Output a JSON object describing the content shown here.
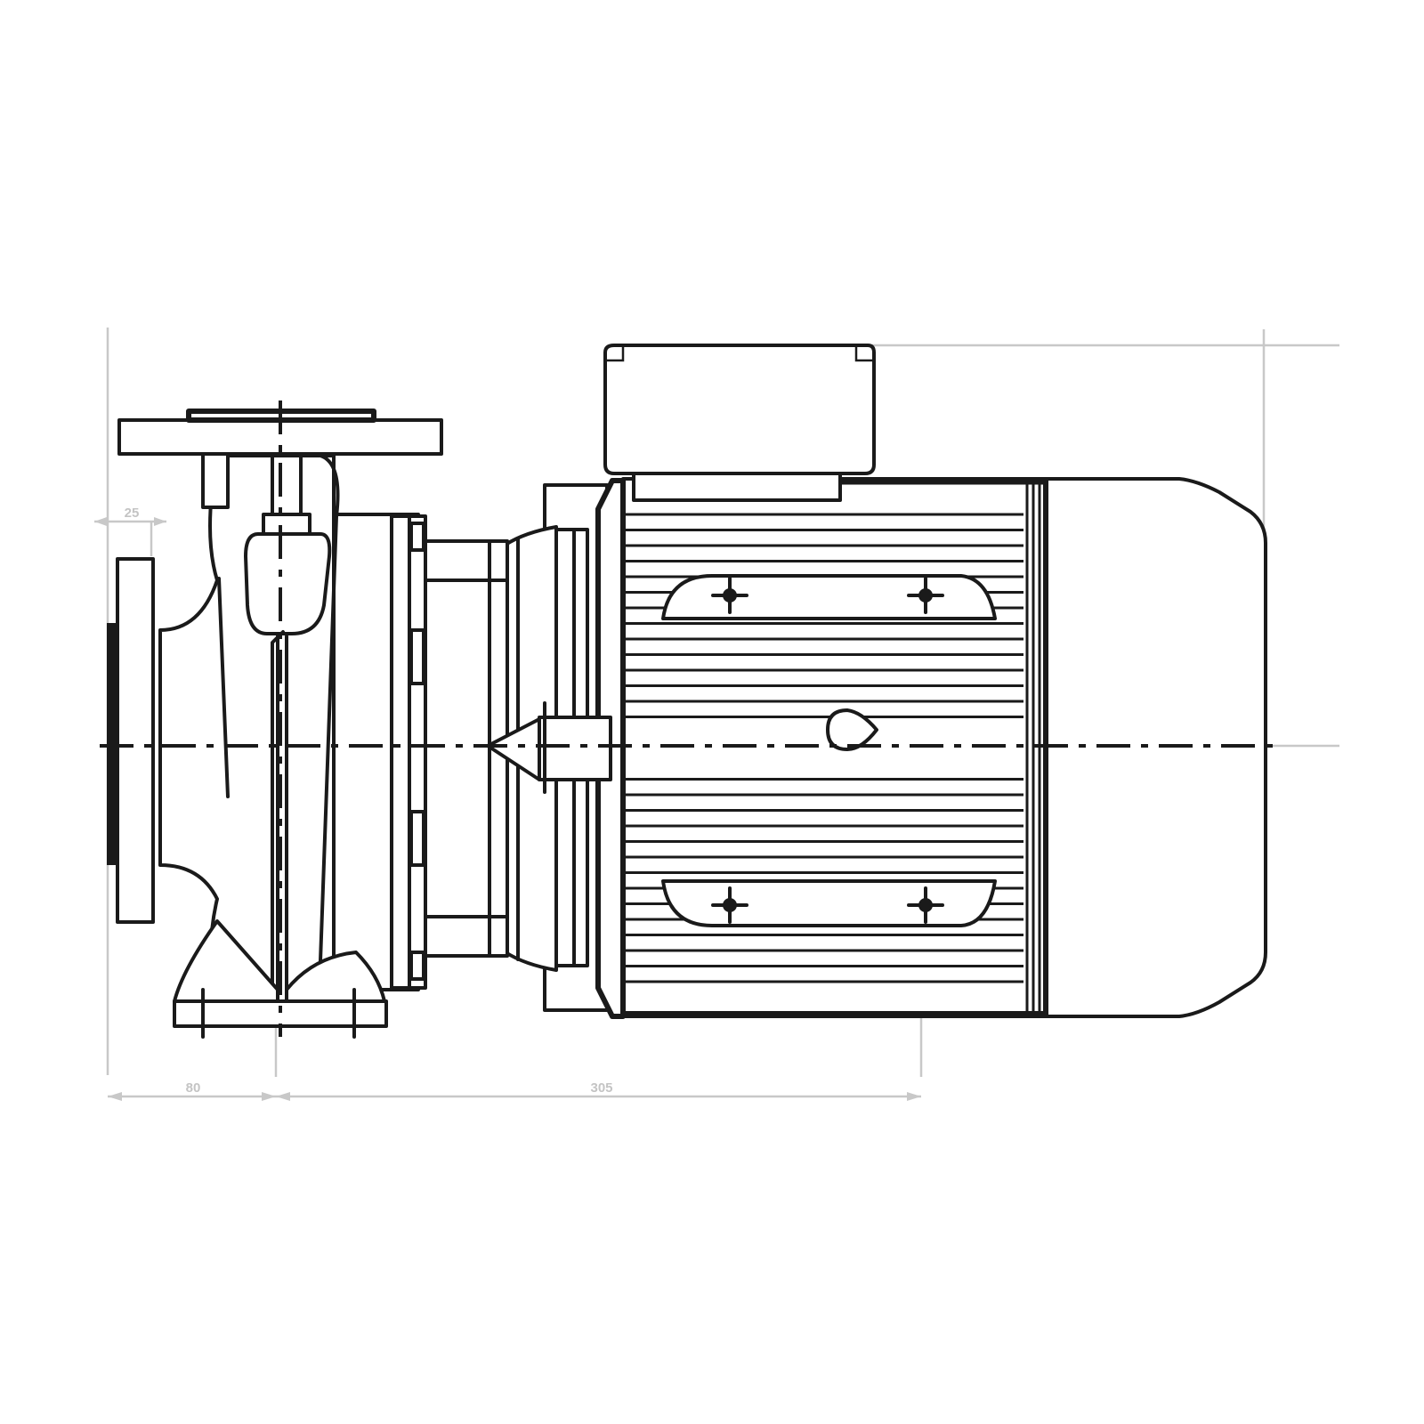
{
  "dimensions": {
    "flange_thickness": "25",
    "suction_offset": "80",
    "shaft_length": "305"
  },
  "colors": {
    "ink": "#1a1a1a",
    "dimension": "#c8c8c8"
  }
}
